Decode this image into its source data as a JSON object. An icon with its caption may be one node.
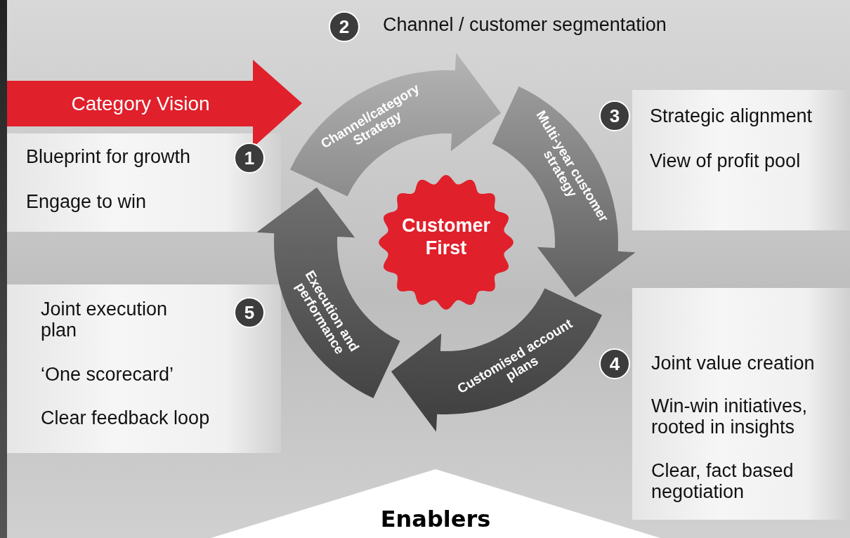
{
  "diagram": {
    "nodes": [
      {
        "text": [
          "Category Vision"
        ]
      },
      {
        "text": [
          "Channel/category Strategy"
        ]
      },
      {
        "text": [
          "Multi-year customer strategy"
        ]
      },
      {
        "text": [
          "Customised account plans"
        ]
      },
      {
        "text": [
          "Execution and performance"
        ]
      },
      {
        "text": [
          "Customer First"
        ]
      },
      {
        "text": [
          "1"
        ]
      },
      {
        "text": [
          "2"
        ],
        "beside": [
          "Channel / customer segmentation"
        ]
      },
      {
        "text": [
          "3"
        ]
      },
      {
        "text": [
          "4"
        ]
      },
      {
        "text": [
          "5"
        ]
      },
      {
        "text": [
          "Enablers"
        ]
      }
    ],
    "labels": [
      "Blueprint for growth",
      "Engage to win",
      "Strategic alignment",
      "View of profit pool",
      "Joint execution plan",
      "Joint value creation",
      "‘One scorecard’",
      "Win-win initiatives, rooted in insights",
      "Clear feedback loop",
      "Clear, fact based negotiation"
    ]
  }
}
